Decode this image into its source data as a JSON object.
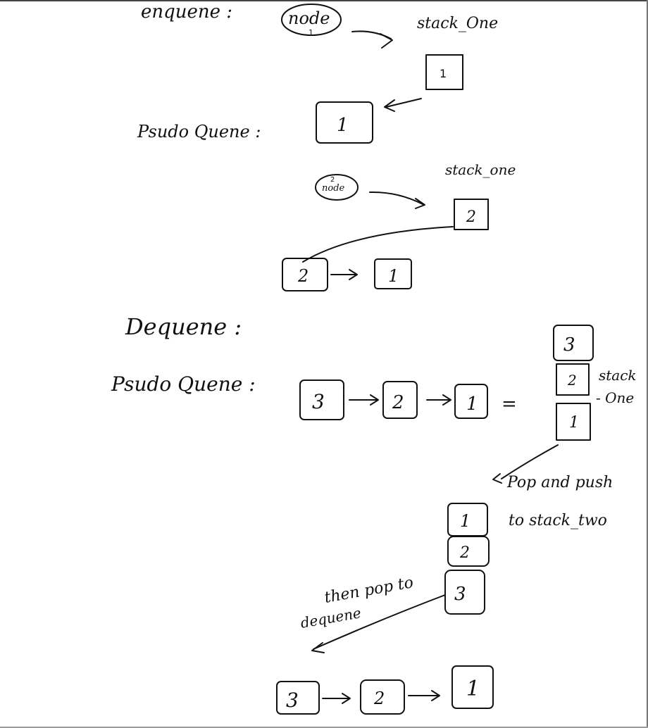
{
  "headings": {
    "enqueue": "enquene :",
    "pseudo_queue_1": "Psudo Quene :",
    "dequeue": "Dequene :",
    "pseudo_queue_2": "Psudo Quene :"
  },
  "nodes": {
    "node1_label": "node",
    "node1_sub": "1",
    "node2_label": "node",
    "node2_sub": "2"
  },
  "labels": {
    "stack_one_1": "stack_One",
    "stack_one_2": "stack_one",
    "stack_one_3a": "stack",
    "stack_one_3b": "- One",
    "pop_push_1": "Pop and push",
    "pop_push_2": "to stack_two",
    "then_pop": "then pop to",
    "dequeue_word": "dequene",
    "equals": "="
  },
  "values": {
    "one": "1",
    "two": "2",
    "three": "3"
  }
}
